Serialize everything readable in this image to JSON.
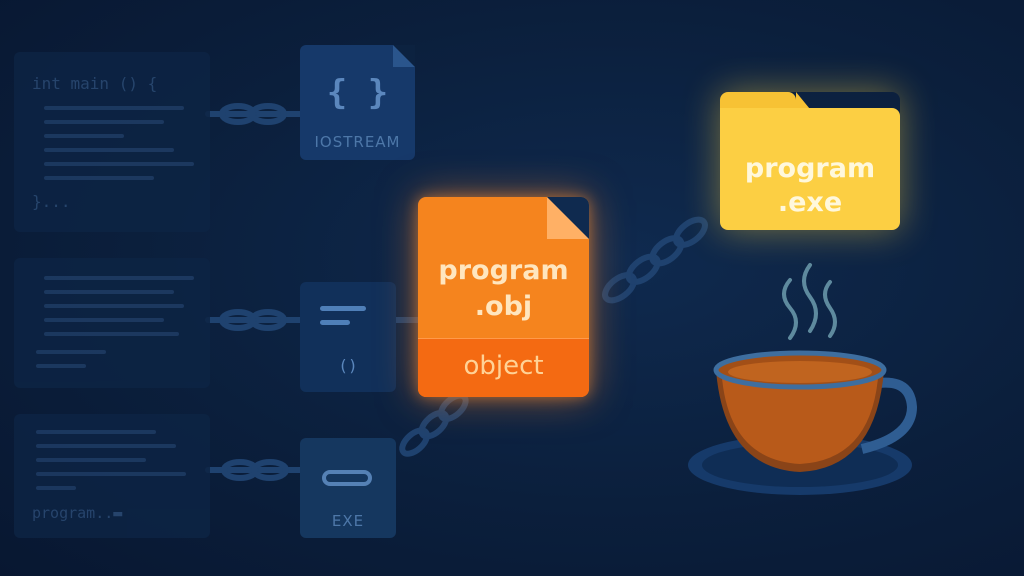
{
  "code_panels": [
    {
      "name": "code-panel-main",
      "text_top": "int main () {",
      "text_bottom": "}..."
    },
    {
      "name": "code-panel-middle"
    },
    {
      "name": "code-panel-bottom",
      "text_bottom": "program..▬"
    }
  ],
  "nodes": {
    "iostream": {
      "icon": "{ }",
      "label": "IOSTREAM",
      "icon_name": "braces-icon"
    },
    "function": {
      "icon": "()",
      "icon_name": "lines-icon"
    },
    "exe": {
      "label": "EXE",
      "icon_name": "capsule-icon"
    }
  },
  "object_file": {
    "name": "program\n.obj",
    "tag": "object",
    "color": "#f5841e"
  },
  "exe_file": {
    "name": "program\n.exe",
    "color": "#fccf43"
  },
  "teacup": {
    "icon_name": "teacup-icon",
    "tea_color": "#b85a1a"
  },
  "colors": {
    "background": "#0b1f3c",
    "chain": "#1e416e"
  }
}
